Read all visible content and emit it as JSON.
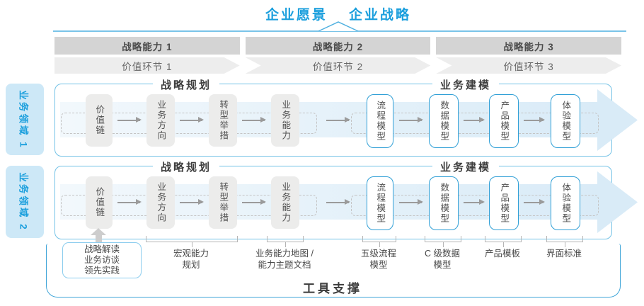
{
  "title": {
    "vision": "企业愿景",
    "strategy": "企业战略"
  },
  "strategic_capabilities": [
    "战略能力 1",
    "战略能力 2",
    "战略能力 3"
  ],
  "value_links": [
    "价值环节 1",
    "价值环节 2",
    "价值环节 3"
  ],
  "business_domains": [
    "业务领域 1",
    "业务领域 2"
  ],
  "lane_headers": {
    "planning": "战略规划",
    "modeling": "业务建模"
  },
  "nodes": [
    {
      "label": "价值链",
      "style": "gray"
    },
    {
      "label": "业务方向",
      "style": "gray"
    },
    {
      "label": "转型举措",
      "style": "gray"
    },
    {
      "label": "业务能力",
      "style": "gray"
    },
    {
      "label": "流程模型",
      "style": "blue"
    },
    {
      "label": "数据模型",
      "style": "blue"
    },
    {
      "label": "产品模型",
      "style": "blue"
    },
    {
      "label": "体验模型",
      "style": "blue"
    }
  ],
  "annotations": {
    "inputs_box": "战略解读\n业务访谈\n领先实践",
    "labels": [
      "宏观能力\n规划",
      "业务能力地图 /\n能力主题文档",
      "五级流程\n模型",
      "C 级数据\n模型",
      "产品模板",
      "界面标准"
    ]
  },
  "footer": {
    "tool_support": "工具支撑"
  },
  "colors": {
    "accent_blue": "#1b9fdd",
    "node_border_blue": "#2f9fd6",
    "lane_border": "#74c2e6",
    "band_fill": "#d9ebf7",
    "capability_bar_gray": "#d4d4d4",
    "value_link_gray": "#ededed",
    "domain_label_bg": "#cde8f7",
    "outer_border": "#3fa5d8",
    "text_dark": "#474747"
  }
}
